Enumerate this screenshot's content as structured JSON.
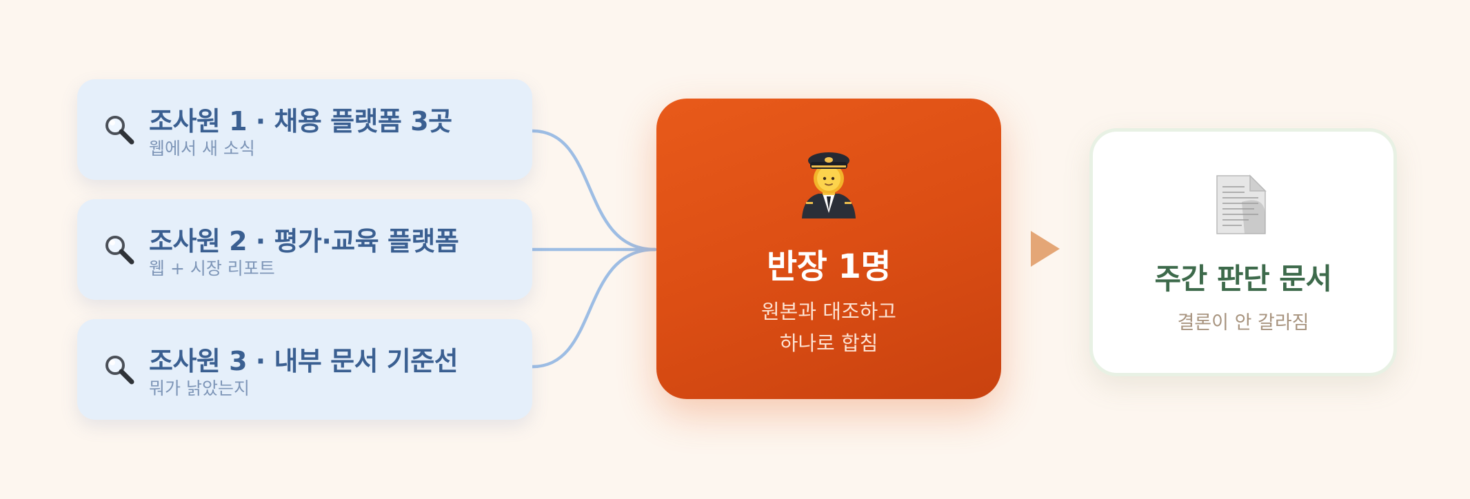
{
  "researchers": [
    {
      "title": "조사원 1 · 채용 플랫폼 3곳",
      "subtitle": "웹에서 새 소식",
      "icon": "magnifier-icon"
    },
    {
      "title": "조사원 2 · 평가·교육 플랫폼",
      "subtitle": "웹 + 시장 리포트",
      "icon": "magnifier-icon"
    },
    {
      "title": "조사원 3 · 내부 문서 기준선",
      "subtitle": "뭐가 낡았는지",
      "icon": "magnifier-icon"
    }
  ],
  "leader": {
    "icon": "pilot-emoji-icon",
    "title": "반장 1명",
    "line1": "원본과 대조하고",
    "line2": "하나로 합침"
  },
  "output": {
    "icon": "document-icon",
    "title": "주간 판단 문서",
    "subtitle": "결론이 안 갈라짐"
  },
  "colors": {
    "background": "#fdf6ef",
    "researcher_card": "#e5effa",
    "researcher_title": "#3a5f91",
    "connector": "#9dbde4",
    "leader_card": "#dc4e14",
    "arrow": "#e4a676",
    "output_title": "#3d6a4b",
    "output_subtitle": "#a7937e"
  }
}
